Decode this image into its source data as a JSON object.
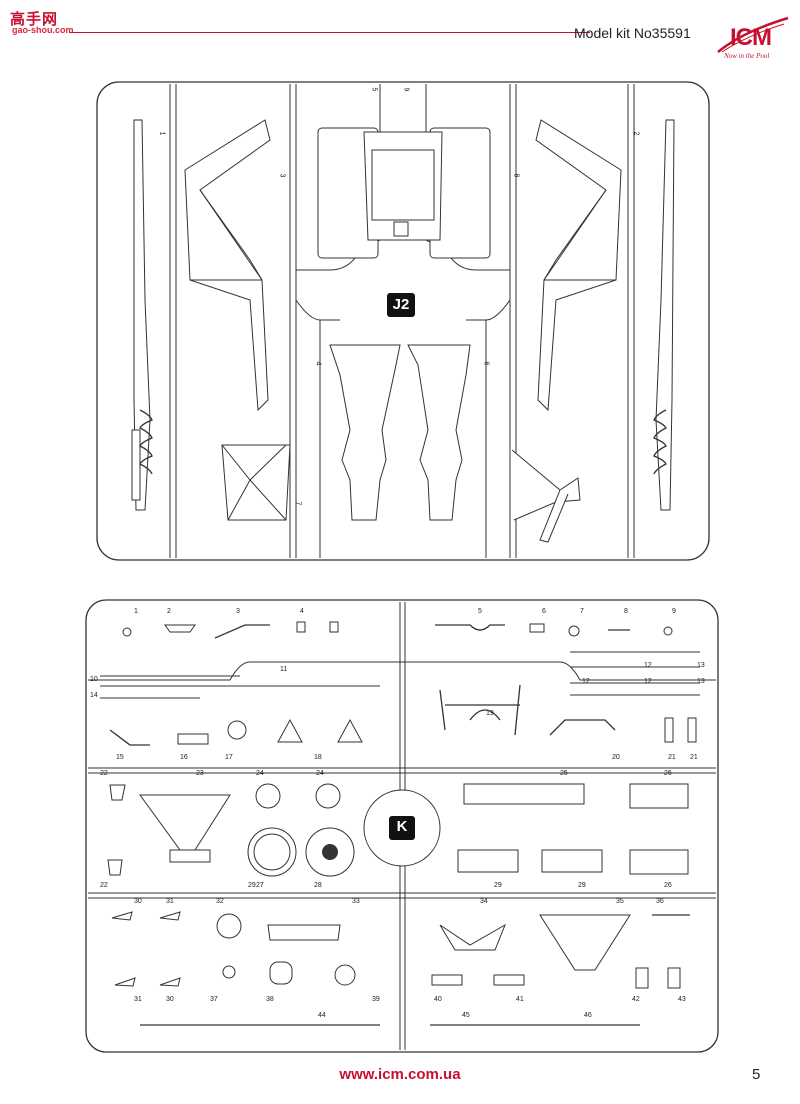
{
  "watermark": {
    "title": "高手网",
    "url": "gao-shou.com"
  },
  "header": {
    "kit_number": "Model kit No35591"
  },
  "logo": {
    "name": "ICM",
    "slogan": "Now in the Pool"
  },
  "sprue_j2": {
    "label": "J2",
    "numbers": [
      "1",
      "2",
      "3",
      "4",
      "5",
      "6",
      "7",
      "8",
      "9"
    ]
  },
  "sprue_k": {
    "label": "K",
    "numbers": [
      "1",
      "2",
      "3",
      "4",
      "5",
      "6",
      "7",
      "8",
      "9",
      "10",
      "11",
      "12",
      "12",
      "12",
      "13",
      "13",
      "14",
      "15",
      "16",
      "17",
      "18",
      "19",
      "20",
      "21",
      "21",
      "22",
      "22",
      "23",
      "24",
      "24",
      "25",
      "26",
      "26",
      "27",
      "28",
      "29",
      "29",
      "29",
      "30",
      "30",
      "31",
      "31",
      "32",
      "33",
      "34",
      "35",
      "36",
      "37",
      "38",
      "39",
      "40",
      "41",
      "42",
      "43",
      "44",
      "45",
      "46"
    ]
  },
  "footer": {
    "url": "www.icm.com.ua",
    "page_number": "5"
  }
}
